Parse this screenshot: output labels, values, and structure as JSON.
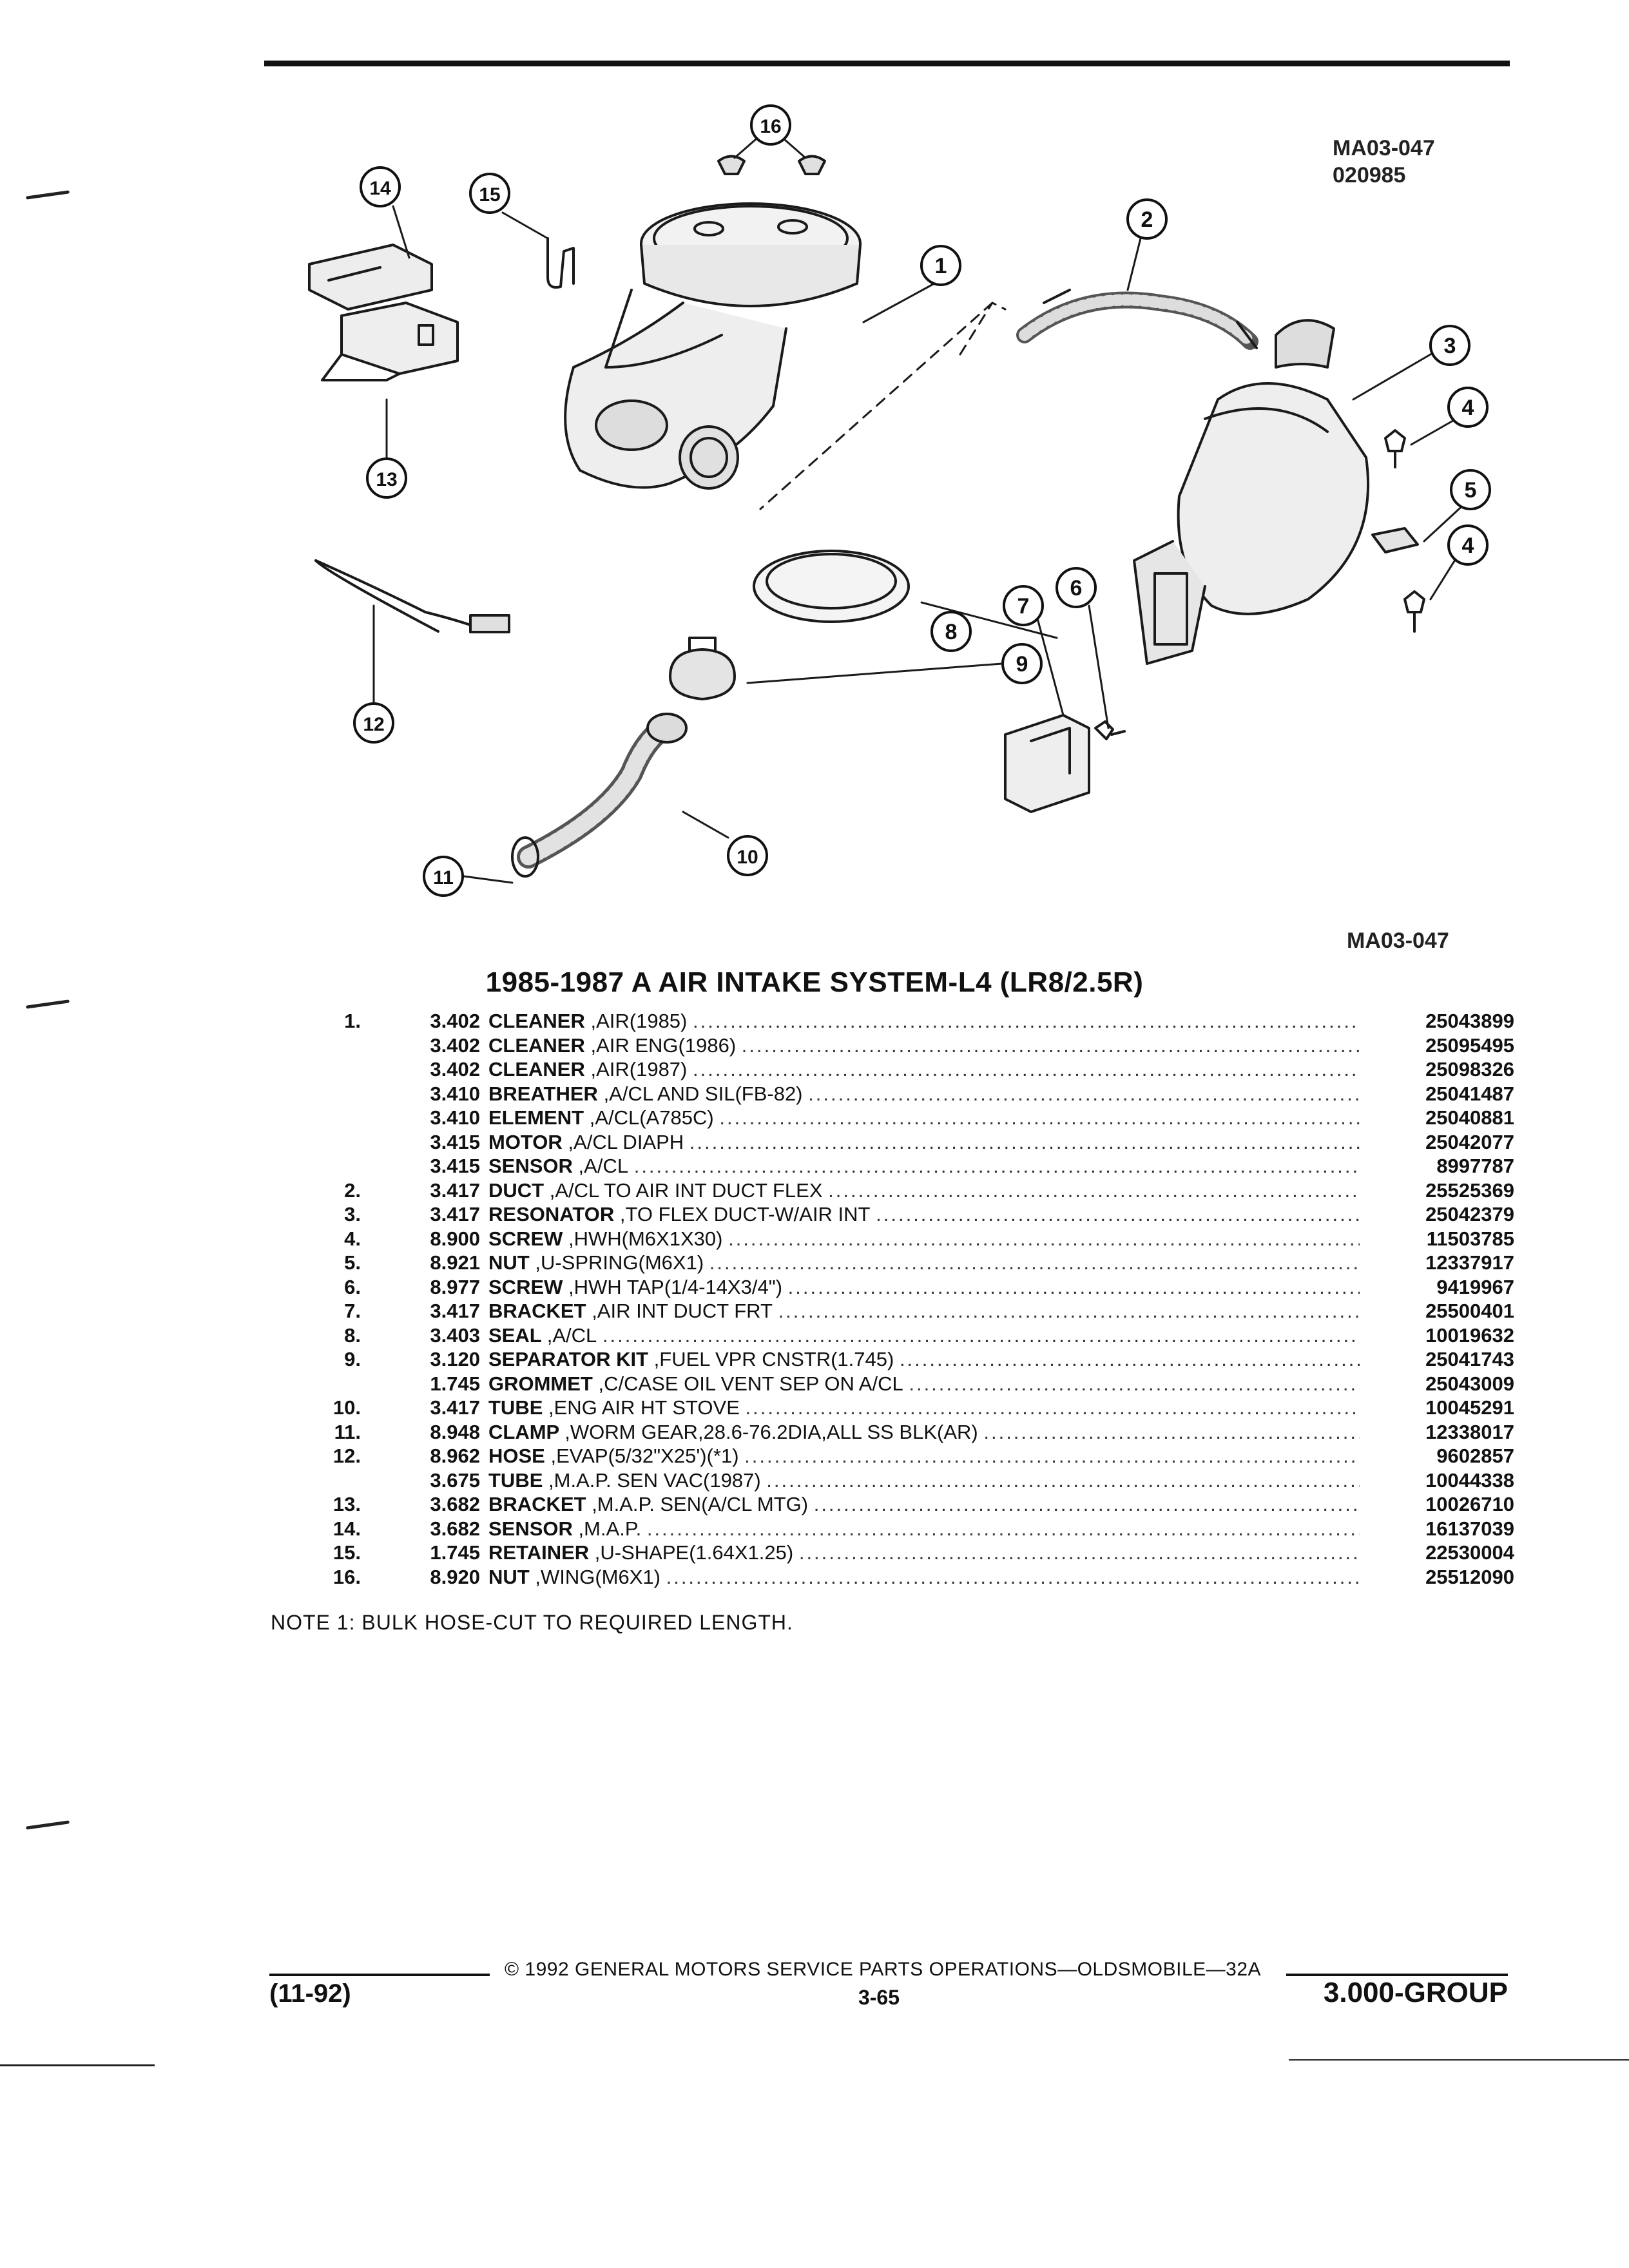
{
  "drawing": {
    "id_top": "MA03-047",
    "date_code": "020985",
    "id_bottom": "MA03-047",
    "callouts": [
      "1",
      "2",
      "3",
      "4",
      "5",
      "4",
      "6",
      "7",
      "8",
      "9",
      "10",
      "11",
      "12",
      "13",
      "14",
      "15",
      "16"
    ]
  },
  "title": "1985-1987 A AIR INTAKE SYSTEM-L4 (LR8/2.5R)",
  "parts": [
    {
      "ref": "1.",
      "group": "3.402",
      "name": "CLEANER",
      "detail": ",AIR(1985)",
      "pn": "25043899"
    },
    {
      "ref": "",
      "group": "3.402",
      "name": "CLEANER",
      "detail": ",AIR ENG(1986)",
      "pn": "25095495"
    },
    {
      "ref": "",
      "group": "3.402",
      "name": "CLEANER",
      "detail": ",AIR(1987)",
      "pn": "25098326"
    },
    {
      "ref": "",
      "group": "3.410",
      "name": "BREATHER",
      "detail": ",A/CL AND SIL(FB-82)",
      "pn": "25041487"
    },
    {
      "ref": "",
      "group": "3.410",
      "name": "ELEMENT",
      "detail": ",A/CL(A785C)",
      "pn": "25040881"
    },
    {
      "ref": "",
      "group": "3.415",
      "name": "MOTOR",
      "detail": ",A/CL DIAPH",
      "pn": "25042077"
    },
    {
      "ref": "",
      "group": "3.415",
      "name": "SENSOR",
      "detail": ",A/CL",
      "pn": "8997787"
    },
    {
      "ref": "2.",
      "group": "3.417",
      "name": "DUCT",
      "detail": ",A/CL TO AIR INT DUCT FLEX",
      "pn": "25525369"
    },
    {
      "ref": "3.",
      "group": "3.417",
      "name": "RESONATOR",
      "detail": ",TO FLEX DUCT-W/AIR INT",
      "pn": "25042379"
    },
    {
      "ref": "4.",
      "group": "8.900",
      "name": "SCREW",
      "detail": ",HWH(M6X1X30)",
      "pn": "11503785"
    },
    {
      "ref": "5.",
      "group": "8.921",
      "name": "NUT",
      "detail": ",U-SPRING(M6X1)",
      "pn": "12337917"
    },
    {
      "ref": "6.",
      "group": "8.977",
      "name": "SCREW",
      "detail": ",HWH TAP(1/4-14X3/4\")",
      "pn": "9419967"
    },
    {
      "ref": "7.",
      "group": "3.417",
      "name": "BRACKET",
      "detail": ",AIR INT DUCT FRT",
      "pn": "25500401"
    },
    {
      "ref": "8.",
      "group": "3.403",
      "name": "SEAL",
      "detail": ",A/CL",
      "pn": "10019632"
    },
    {
      "ref": "9.",
      "group": "3.120",
      "name": "SEPARATOR KIT",
      "detail": ",FUEL VPR CNSTR(1.745)",
      "pn": "25041743"
    },
    {
      "ref": "",
      "group": "1.745",
      "name": "GROMMET",
      "detail": ",C/CASE OIL VENT SEP ON A/CL",
      "pn": "25043009"
    },
    {
      "ref": "10.",
      "group": "3.417",
      "name": "TUBE",
      "detail": ",ENG AIR HT STOVE",
      "pn": "10045291"
    },
    {
      "ref": "11.",
      "group": "8.948",
      "name": "CLAMP",
      "detail": ",WORM GEAR,28.6-76.2DIA,ALL SS BLK(AR)",
      "pn": "12338017"
    },
    {
      "ref": "12.",
      "group": "8.962",
      "name": "HOSE",
      "detail": ",EVAP(5/32\"X25')(*1)",
      "pn": "9602857"
    },
    {
      "ref": "",
      "group": "3.675",
      "name": "TUBE",
      "detail": ",M.A.P. SEN VAC(1987)",
      "pn": "10044338"
    },
    {
      "ref": "13.",
      "group": "3.682",
      "name": "BRACKET",
      "detail": ",M.A.P. SEN(A/CL MTG)",
      "pn": "10026710"
    },
    {
      "ref": "14.",
      "group": "3.682",
      "name": "SENSOR",
      "detail": ",M.A.P.",
      "pn": "16137039"
    },
    {
      "ref": "15.",
      "group": "1.745",
      "name": "RETAINER",
      "detail": ",U-SHAPE(1.64X1.25)",
      "pn": "22530004"
    },
    {
      "ref": "16.",
      "group": "8.920",
      "name": "NUT",
      "detail": ",WING(M6X1)",
      "pn": "25512090"
    }
  ],
  "note": "NOTE  1:  BULK HOSE-CUT TO REQUIRED LENGTH.",
  "footer": {
    "copyright": "© 1992 GENERAL MOTORS SERVICE PARTS OPERATIONS—OLDSMOBILE—32A",
    "date": "(11-92)",
    "page": "3-65",
    "group": "3.000-GROUP"
  }
}
